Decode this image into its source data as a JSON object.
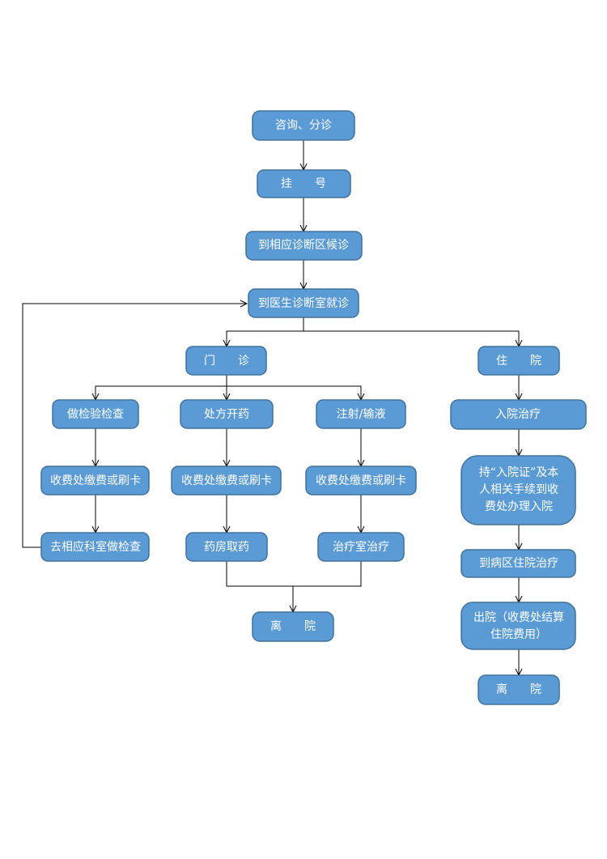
{
  "nodes": {
    "consult": "咨询、分诊",
    "register": "挂　　号",
    "wait_area": "到相应诊断区候诊",
    "doctor_room": "到医生诊断室就诊",
    "outpatient": "门　　诊",
    "inpatient": "住　　院",
    "do_exam": "做检验检查",
    "prescribe": "处方开药",
    "injection": "注射/输液",
    "admit_treat": "入院治疗",
    "pay1": "收费处缴费或刷卡",
    "pay2": "收费处缴费或刷卡",
    "pay3": "收费处缴费或刷卡",
    "admission_cert": [
      "持“入院证”及本",
      "人相关手续到收",
      "费处办理入院"
    ],
    "go_exam_dept": "去相应科室做检查",
    "pharmacy": "药房取药",
    "treatment_room": "治疗室治疗",
    "to_ward": "到病区住院治疗",
    "discharge_settle": [
      "出院（收费处结算",
      "住院费用）"
    ],
    "leave_outpatient": "离　　院",
    "leave_inpatient": "离　　院"
  },
  "colors": {
    "node_fill": "#5b9bd5",
    "node_border": "#41719c",
    "node_text": "#ffffff",
    "connector": "#000000"
  }
}
